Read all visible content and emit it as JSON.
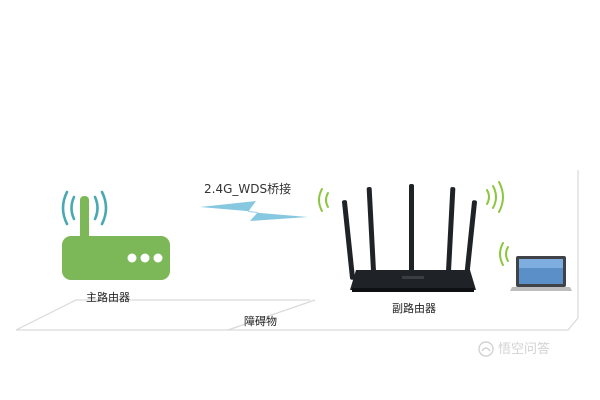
{
  "labels": {
    "main_router": "主路由器",
    "sub_router": "副路由器",
    "obstacle": "障碍物",
    "link": "2.4G_WDS桥接"
  },
  "watermark": {
    "text": "悟空问答",
    "icon": "wukong-logo"
  },
  "colors": {
    "main_router": "#7cb858",
    "wifi_signal": "#4aa8b2",
    "link_bolt": "#86c8e0",
    "sub_router": "#1f2226",
    "floor_line": "#d9d9d9"
  },
  "icons": [
    "wifi-signal-icon",
    "lightning-bolt-icon",
    "laptop-icon"
  ]
}
